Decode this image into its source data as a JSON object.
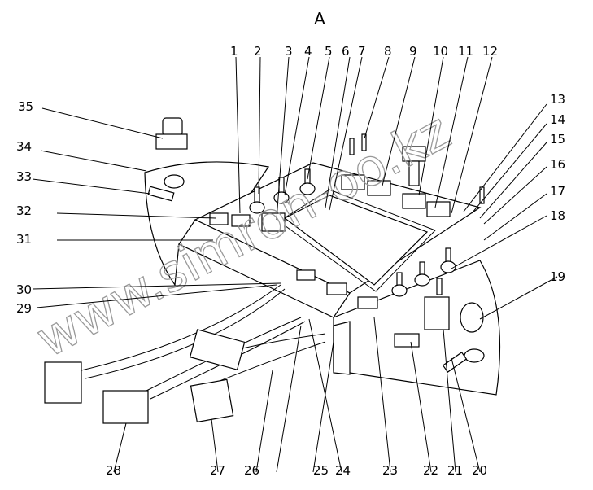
{
  "view_label": "A",
  "watermark": "www.simron-oo.kz",
  "callouts": [
    "1",
    "2",
    "3",
    "4",
    "5",
    "6",
    "7",
    "8",
    "9",
    "10",
    "11",
    "12",
    "13",
    "14",
    "15",
    "16",
    "17",
    "18",
    "19",
    "20",
    "21",
    "22",
    "23",
    "24",
    "25",
    "26",
    "27",
    "28",
    "29",
    "30",
    "31",
    "32",
    "33",
    "34",
    "35"
  ],
  "colors": {
    "line": "#000000",
    "background": "#ffffff",
    "watermark": "#999999"
  }
}
